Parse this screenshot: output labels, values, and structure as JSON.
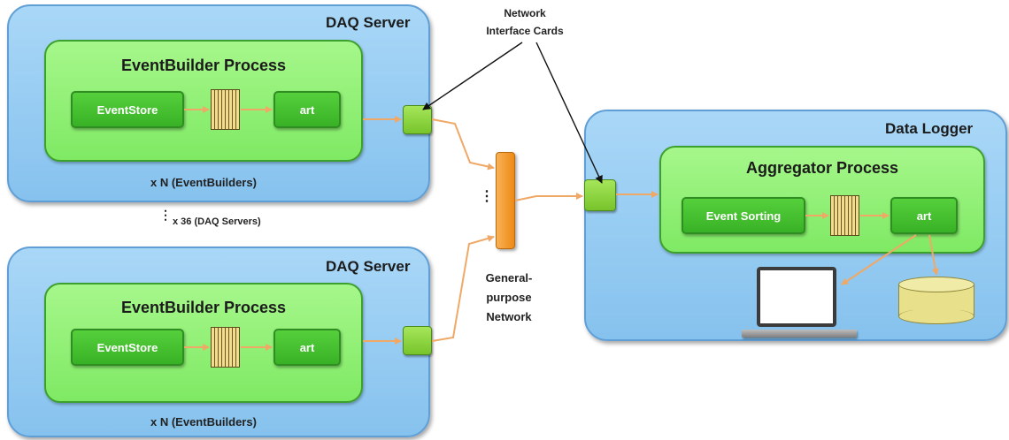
{
  "daq_server_top": {
    "title": "DAQ Server",
    "process": "EventBuilder Process",
    "store": "EventStore",
    "art": "art",
    "multiplicity": "x N  (EventBuilders)"
  },
  "daq_server_bottom": {
    "title": "DAQ Server",
    "process": "EventBuilder Process",
    "store": "EventStore",
    "art": "art",
    "multiplicity": "x N  (EventBuilders)"
  },
  "servers_repeat": "x 36  (DAQ Servers)",
  "nic_callout": {
    "line1": "Network",
    "line2": "Interface Cards"
  },
  "network": {
    "line1": "General-",
    "line2": "purpose",
    "line3": "Network"
  },
  "data_logger": {
    "title": "Data Logger",
    "process": "Aggregator Process",
    "sorting": "Event Sorting",
    "art": "art"
  },
  "colors": {
    "server_fill": "#95cbf2",
    "process_fill": "#8cef72",
    "stage_fill": "#45c030",
    "nic_fill": "#8fd545",
    "network_fill": "#f39a2e",
    "connector": "#f0a867",
    "disk_fill": "#e8e08a"
  },
  "icons": [
    "buffer-queue-icon",
    "laptop-icon",
    "disk-storage-icon",
    "vertical-ellipsis-icon"
  ]
}
